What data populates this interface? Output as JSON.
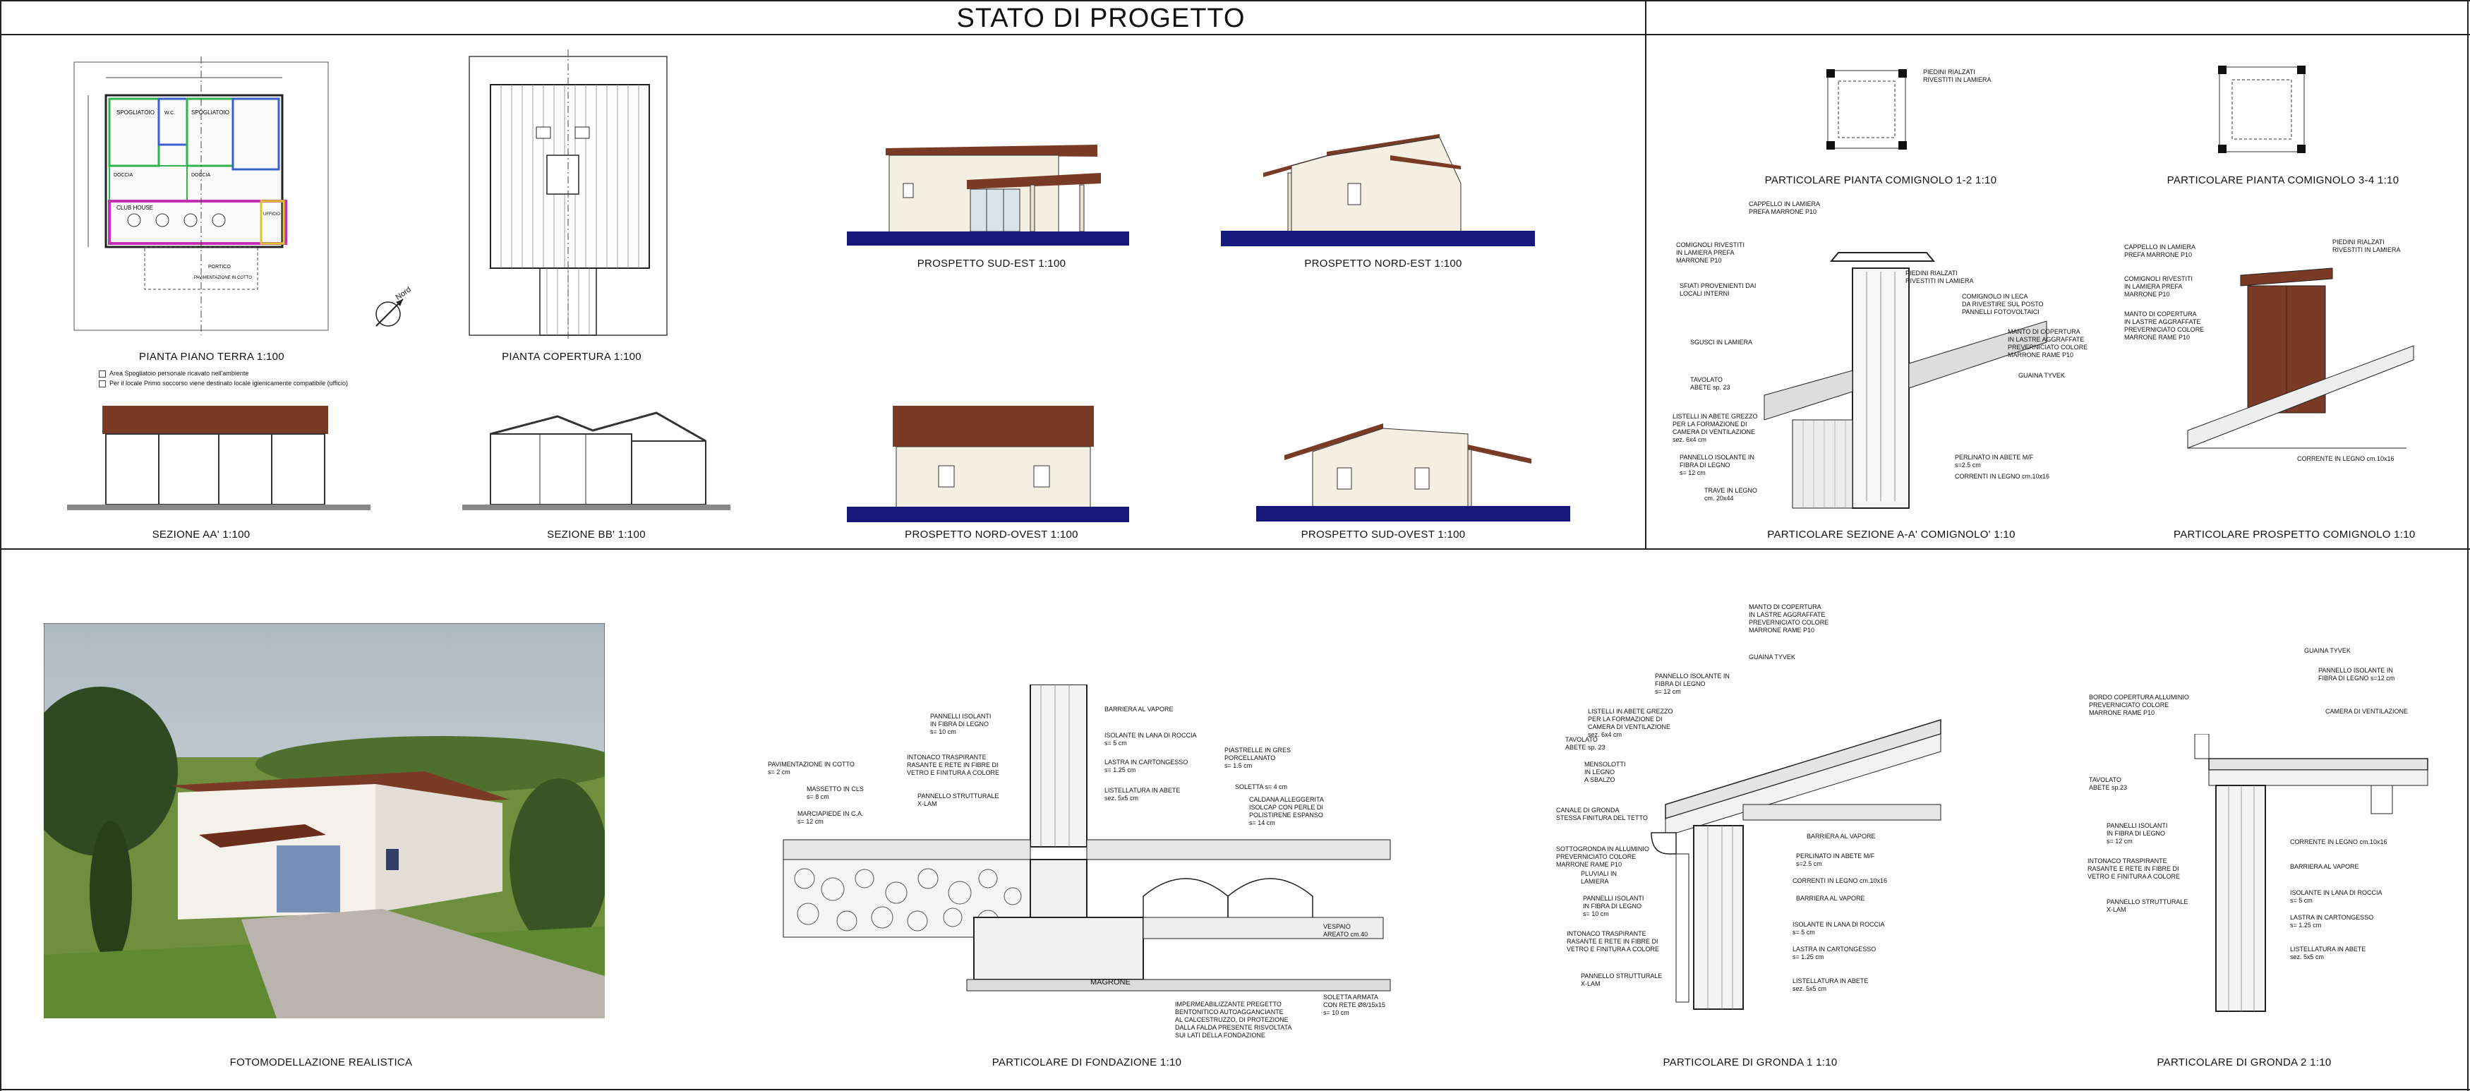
{
  "header": {
    "title": "STATO DI PROGETTO"
  },
  "panels": {
    "piano_terra": "PIANTA PIANO TERRA 1:100",
    "copertura": "PIANTA COPERTURA 1:100",
    "sud_est": "PROSPETTO SUD-EST 1:100",
    "nord_est": "PROSPETTO NORD-EST 1:100",
    "sezione_aa": "SEZIONE AA' 1:100",
    "sezione_bb": "SEZIONE BB' 1:100",
    "nord_ovest": "PROSPETTO NORD-OVEST 1:100",
    "sud_ovest": "PROSPETTO SUD-OVEST 1:100",
    "comignolo_12": "PARTICOLARE PIANTA COMIGNOLO 1-2 1:10",
    "comignolo_34": "PARTICOLARE PIANTA COMIGNOLO 3-4 1:10",
    "sezione_comignolo": "PARTICOLARE SEZIONE A-A' COMIGNOLO' 1:10",
    "prospetto_comignolo": "PARTICOLARE PROSPETTO COMIGNOLO 1:10",
    "foto": "FOTOMODELLAZIONE REALISTICA",
    "fondazione": "PARTICOLARE DI FONDAZIONE 1:10",
    "gronda1": "PARTICOLARE DI GRONDA 1 1:10",
    "gronda2": "PARTICOLARE DI GRONDA 2 1:10"
  },
  "legend": {
    "line1": "Area Spogliatoio personale ricavato nell'ambiente",
    "line2": "Per il locale Primo soccorso viene destinato locale igienicamente compatibile (ufficio)",
    "north": "Nord"
  },
  "rooms": {
    "spogliatoio1": "SPOGLIATOIO",
    "spogliatoio2": "SPOGLIATOIO",
    "wc": "W.C.",
    "doccia1": "DOCCIA",
    "doccia2": "DOCCIA",
    "club": "CLUB HOUSE",
    "ufficio": "UFFICIO",
    "portico": "PORTICO",
    "pav": "PAVIMENTAZIONE IN COTTO"
  },
  "comignolo": {
    "piedini": [
      "PIEDINI RIALZATI",
      "RIVESTITI IN LAMIERA"
    ],
    "cappello": [
      "CAPPELLO IN LAMIERA",
      "PREFA MARRONE P10"
    ],
    "comignoli": [
      "COMIGNOLI RIVESTITI",
      "IN LAMIERA PREFA",
      "MARRONE P10"
    ],
    "sfiati": [
      "SFIATI PROVENIENTI DAI",
      "LOCALI INTERNI"
    ],
    "scossalina": [
      "COMIGNOLO IN LECA",
      "DA RIVESTIRE SUL POSTO",
      "PANNELLI FOTOVOLTAICI"
    ],
    "sguscio": "SGUSCI IN LAMIERA",
    "manto": [
      "MANTO DI COPERTURA",
      "IN LASTRE AGGRAFFATE",
      "PREVERNICIATO COLORE",
      "MARRONE RAME P10"
    ],
    "guaina": "GUAINA TYVEK",
    "tavolato": [
      "TAVOLATO",
      "ABETE sp. 23"
    ],
    "listelli": [
      "LISTELLI IN ABETE GREZZO",
      "PER LA FORMAZIONE DI",
      "CAMERA DI VENTILAZIONE",
      "sez. 6x4 cm"
    ],
    "pannello": [
      "PANNELLO ISOLANTE IN",
      "FIBRA DI LEGNO",
      "s= 12 cm"
    ],
    "perlinato": [
      "PERLINATO IN ABETE M/F",
      "s=2.5 cm"
    ],
    "correnti": "CORRENTI IN LEGNO cm.10x16",
    "trave": [
      "TRAVE IN LEGNO",
      "cm. 20x44"
    ],
    "corrente_legno": "CORRENTE IN LEGNO cm.10x16"
  },
  "fondazione": {
    "pannelli": [
      "PANNELLI ISOLANTI",
      "IN FIBRA DI LEGNO",
      "s= 10 cm"
    ],
    "barriera": "BARRIERA AL VAPORE",
    "isolante": [
      "ISOLANTE IN LANA DI ROCCIA",
      "s= 5 cm"
    ],
    "intonaco": [
      "INTONACO TRASPIRANTE",
      "RASANTE E RETE IN FIBRE DI",
      "VETRO E FINITURA A COLORE"
    ],
    "lastra": [
      "LASTRA IN CARTONGESSO",
      "s= 1.25 cm"
    ],
    "pavimentazione": [
      "PAVIMENTAZIONE IN COTTO",
      "s= 2 cm"
    ],
    "massetto": [
      "MASSETTO IN CLS",
      "s= 8 cm"
    ],
    "marciapiede": [
      "MARCIAPIEDE IN C.A.",
      "s= 12 cm"
    ],
    "pannello_x": [
      "PANNELLO STRUTTURALE",
      "X-LAM"
    ],
    "listellatura": [
      "LISTELLATURA IN ABETE",
      "sez. 5x5 cm"
    ],
    "piastrelle": [
      "PIASTRELLE IN GRES",
      "PORCELLANATO",
      "s= 1.5 cm"
    ],
    "soletta": [
      "SOLETTA s= 4 cm"
    ],
    "caldana": [
      "CALDANA ALLEGGERITA",
      "ISOLCAP CON PERLE DI",
      "POLISTIRENE ESPANSO",
      "s= 14 cm"
    ],
    "vespaio": [
      "VESPAIO",
      "AREATO cm.40"
    ],
    "magrone": "MAGRONE",
    "impermeabilizzante": [
      "IMPERMEABILIZZANTE PREGETTO",
      "BENTONITICO AUTOAGGANCIANTE",
      "AL CALCESTRUZZO, DI PROTEZIONE",
      "DALLA FALDA PRESENTE RISVOLTATA",
      "SUI LATI DELLA FONDAZIONE"
    ],
    "soletta_armata": [
      "SOLETTA ARMATA",
      "CON RETE Ø8/15x15",
      "s= 10 cm"
    ]
  },
  "gronda1": {
    "manto": [
      "MANTO DI COPERTURA",
      "IN LASTRE AGGRAFFATE",
      "PREVERNICIATO COLORE",
      "MARRONE RAME P10"
    ],
    "guaina": "GUAINA TYVEK",
    "pannello": [
      "PANNELLO ISOLANTE IN",
      "FIBRA DI LEGNO",
      "s= 12 cm"
    ],
    "listelli": [
      "LISTELLI IN ABETE GREZZO",
      "PER LA FORMAZIONE DI",
      "CAMERA DI VENTILAZIONE",
      "sez. 6x4 cm"
    ],
    "tavolato": [
      "TAVOLATO",
      "ABETE sp. 23"
    ],
    "mensolotti": [
      "MENSOLOTTI",
      "IN LEGNO",
      "A SBALZO"
    ],
    "canale": [
      "CANALE DI GRONDA",
      "STESSA FINITURA DEL TETTO"
    ],
    "sottogronda": [
      "SOTTOGRONDA IN ALLUMINIO",
      "PREVERNICIATO COLORE",
      "MARRONE RAME P10"
    ],
    "pluviali": [
      "PLUVIALI IN",
      "LAMIERA"
    ],
    "barriera": "BARRIERA AL VAPORE",
    "perlinato": [
      "PERLINATO IN ABETE M/F",
      "s=2.5 cm"
    ],
    "correnti": "CORRENTI IN LEGNO cm.10x16",
    "pannelli": [
      "PANNELLI ISOLANTI",
      "IN FIBRA DI LEGNO",
      "s= 10 cm"
    ],
    "intonaco": [
      "INTONACO TRASPIRANTE",
      "RASANTE E RETE IN FIBRE DI",
      "VETRO E FINITURA A COLORE"
    ],
    "isolante": [
      "ISOLANTE IN LANA DI ROCCIA",
      "s= 5 cm"
    ],
    "lastra": [
      "LASTRA IN CARTONGESSO",
      "s= 1.25 cm"
    ],
    "pannello_x": [
      "PANNELLO STRUTTURALE",
      "X-LAM"
    ],
    "listellatura": [
      "LISTELLATURA IN ABETE",
      "sez. 5x5 cm"
    ]
  },
  "gronda2": {
    "guaina": "GUAINA TYVEK",
    "pannello": [
      "PANNELLO ISOLANTE IN",
      "FIBRA DI LEGNO s=12 cm"
    ],
    "bordo": [
      "BORDO COPERTURA ALLUMINIO",
      "PREVERNICIATO COLORE",
      "MARRONE RAME P10"
    ],
    "camera": "CAMERA DI VENTILAZIONE",
    "tavolato": [
      "TAVOLATO",
      "ABETE sp.23"
    ],
    "pannelli": [
      "PANNELLI ISOLANTI",
      "IN FIBRA DI LEGNO",
      "s= 12 cm"
    ],
    "corrente": "CORRENTE IN LEGNO cm.10x16",
    "intonaco": [
      "INTONACO TRASPIRANTE",
      "RASANTE E RETE IN FIBRE DI",
      "VETRO E FINITURA A COLORE"
    ],
    "barriera": "BARRIERA AL VAPORE",
    "isolante": [
      "ISOLANTE IN LANA DI ROCCIA",
      "s= 5 cm"
    ],
    "pannello_x": [
      "PANNELLO STRUTTURALE",
      "X-LAM"
    ],
    "lastra": [
      "LASTRA IN CARTONGESSO",
      "s= 1.25 cm"
    ],
    "listellatura": [
      "LISTELLATURA IN ABETE",
      "sez. 5x5 cm"
    ]
  },
  "colors": {
    "roof": "#7a3b26",
    "ground": "#16197a",
    "wall": "#f3efe2",
    "green_room": "#2fb34a",
    "blue_room": "#3a60c9",
    "magenta_room": "#c231b6",
    "yellow_room": "#d8c62c"
  }
}
